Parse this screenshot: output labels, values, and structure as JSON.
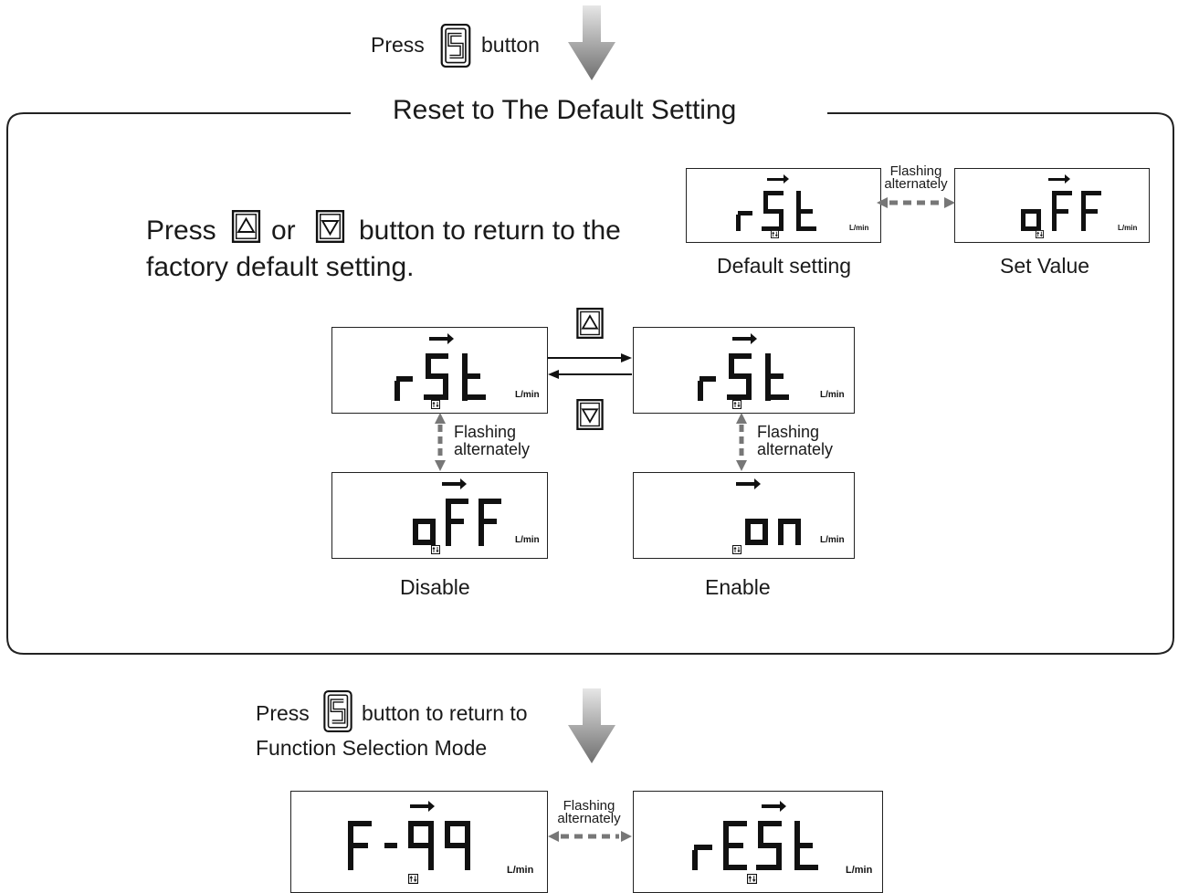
{
  "top": {
    "press_before": "Press",
    "press_after": "button"
  },
  "section": {
    "title": "Reset to The Default Setting"
  },
  "instruction": {
    "part1": "Press",
    "part2": "or",
    "part3": "button to return to the",
    "line2": "factory default setting."
  },
  "legend": {
    "flashing_line1": "Flashing",
    "flashing_line2": "alternately",
    "left_caption": "Default setting",
    "right_caption": "Set Value",
    "left_display": "rSt",
    "right_display": "oFF"
  },
  "displays": {
    "unit": "L/min",
    "rst_left": "rSt",
    "rst_right": "rSt",
    "off": "oFF",
    "on": "on",
    "f99": "F-99",
    "rest": "rESt"
  },
  "captions": {
    "disable": "Disable",
    "enable": "Enable"
  },
  "flashing": {
    "line1": "Flashing",
    "line2": "alternately"
  },
  "bottom": {
    "line1_before": "Press",
    "line1_after": "button to return to",
    "line2": "Function Selection Mode"
  },
  "icons": {
    "s_button": "s-button-icon",
    "up_button": "up-button-icon",
    "down_button": "down-button-icon",
    "flow_arrow": "down-flow-arrow-icon"
  }
}
